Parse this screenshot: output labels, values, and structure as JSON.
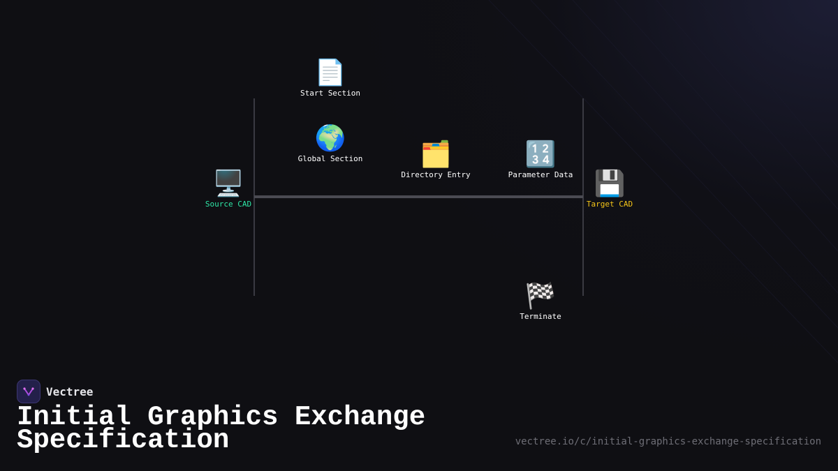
{
  "brand": {
    "name": "Vectree",
    "logo_icon": "vectree-logo-icon"
  },
  "title": "Initial Graphics Exchange Specification",
  "url": "vectree.io/c/initial-graphics-exchange-specification",
  "colors": {
    "background": "#0f0f13",
    "source_label": "#2ee6a6",
    "target_label": "#f5c518",
    "default_label": "#ffffff",
    "line": "#4a4a52"
  },
  "diagram": {
    "source": {
      "label": "Source CAD",
      "icon": "desktop-computer-icon",
      "glyph": "🖥️"
    },
    "target": {
      "label": "Target CAD",
      "icon": "floppy-disk-icon",
      "glyph": "💾"
    },
    "steps": [
      {
        "label": "Start Section",
        "icon": "document-icon",
        "glyph": "📄"
      },
      {
        "label": "Global Section",
        "icon": "globe-icon",
        "glyph": "🌍"
      },
      {
        "label": "Directory Entry",
        "icon": "card-index-dividers-icon",
        "glyph": "🗂️"
      },
      {
        "label": "Parameter Data",
        "icon": "numbers-1234-icon",
        "glyph": "🔢"
      },
      {
        "label": "Terminate",
        "icon": "checkered-flag-icon",
        "glyph": "🏁"
      }
    ]
  }
}
